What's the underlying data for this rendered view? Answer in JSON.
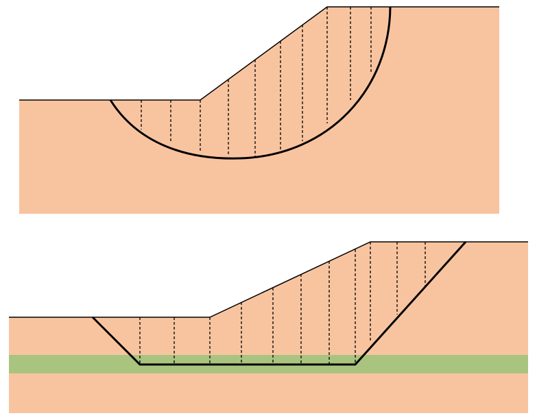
{
  "colors": {
    "soil": "#f8c4a0",
    "weak_layer": "#a9c47f",
    "line": "#000000",
    "background": "#ffffff"
  },
  "diagrams": [
    {
      "id": "circular-slip-surface",
      "slice_count": 10,
      "slip_surface": "circular"
    },
    {
      "id": "non-circular-slip-surface",
      "slice_count": 10,
      "slip_surface": "non-circular",
      "has_weak_layer": true
    }
  ]
}
